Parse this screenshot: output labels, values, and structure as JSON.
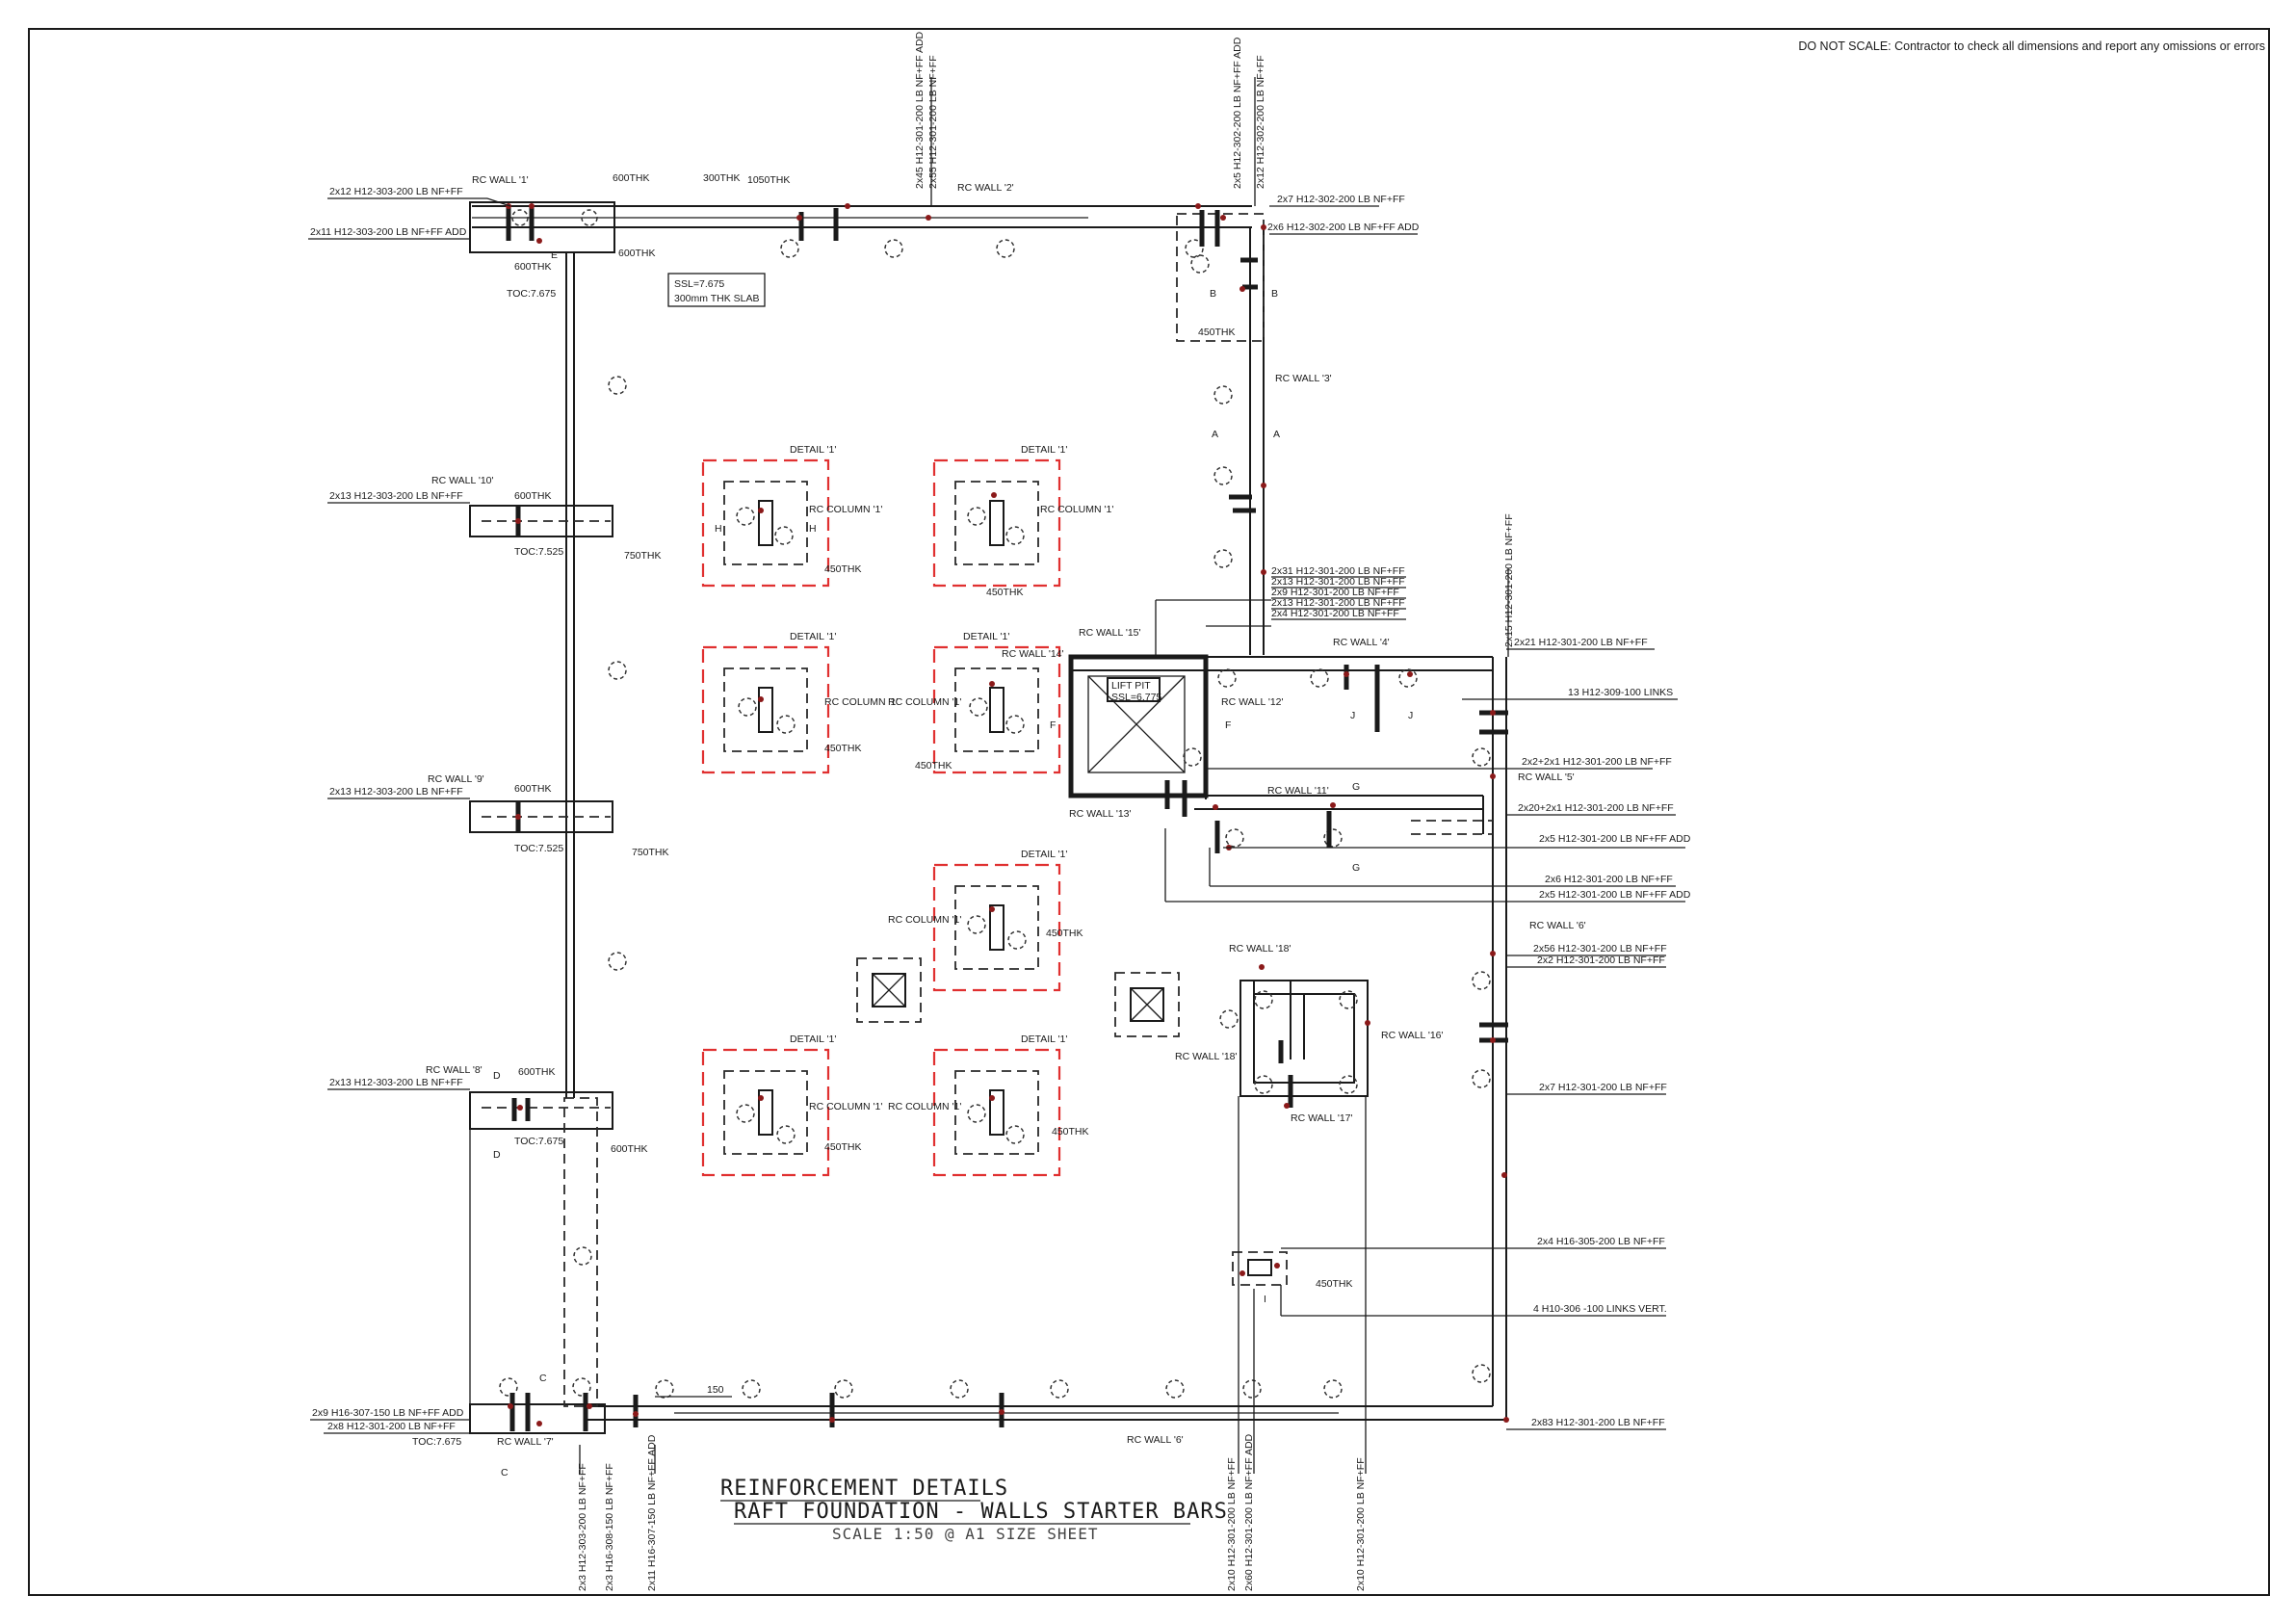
{
  "note": "DO NOT SCALE: Contractor to check all dimensions and report any omissions or errors",
  "title": {
    "line1": "REINFORCEMENT DETAILS",
    "line2": "RAFT FOUNDATION - WALLS STARTER BARS",
    "line3": "SCALE 1:50 @ A1 SIZE SHEET"
  },
  "slab_note": {
    "line1": "SSL=7.675",
    "line2": "300mm THK SLAB"
  },
  "lift_pit": {
    "line1": "LIFT PIT",
    "line2": "SSL=6.775"
  },
  "walls": {
    "w1": "RC WALL '1'",
    "w2": "RC WALL '2'",
    "w3": "RC WALL '3'",
    "w4": "RC WALL '4'",
    "w5": "RC WALL '5'",
    "w6a": "RC WALL '6'",
    "w6b": "RC WALL '6'",
    "w7": "RC WALL '7'",
    "w8": "RC WALL '8'",
    "w9": "RC WALL '9'",
    "w10": "RC WALL '10'",
    "w11": "RC WALL '11'",
    "w12": "RC WALL '12'",
    "w13": "RC WALL '13'",
    "w14": "RC WALL '14'",
    "w15": "RC WALL '15'",
    "w16": "RC WALL '16'",
    "w17": "RC WALL '17'",
    "w18a": "RC WALL '18'",
    "w18b": "RC WALL '18'"
  },
  "details": [
    "DETAIL '1'",
    "DETAIL '1'",
    "DETAIL '1'",
    "DETAIL '1'",
    "DETAIL '1'",
    "DETAIL '1'",
    "DETAIL '1'"
  ],
  "columns": [
    "RC COLUMN '1'",
    "RC COLUMN '1'",
    "RC COLUMN '1'",
    "RC COLUMN '1'",
    "RC COLUMN '1'",
    "RC COLUMN '1'",
    "RC COLUMN '1'"
  ],
  "thk": {
    "t600a": "600THK",
    "t300": "300THK",
    "t1050": "1050THK",
    "t600b": "600THK",
    "t600c": "600THK",
    "t600d": "600THK",
    "t750a": "750THK",
    "t600e": "600THK",
    "t750b": "750THK",
    "t600f": "600THK",
    "t600g": "600THK",
    "t450a": "450THK",
    "t450b": "450THK",
    "t450c": "450THK",
    "t450d": "450THK",
    "t450e": "450THK",
    "t450f": "450THK",
    "t450g": "450THK",
    "t450h": "450THK",
    "t450i": "450THK"
  },
  "toc": {
    "a": "TOC:7.675",
    "b": "TOC:7.525",
    "c": "TOC:7.525",
    "d": "TOC:7.675",
    "e": "TOC:7.675"
  },
  "dim": "150",
  "left_bars": {
    "a": "2x12 H12-303-200 LB NF+FF",
    "b": "2x11 H12-303-200 LB NF+FF ADD",
    "c": "2x13 H12-303-200 LB NF+FF",
    "d": "2x13 H12-303-200 LB NF+FF",
    "e": "2x13 H12-303-200 LB NF+FF",
    "f": "2x9 H16-307-150 LB NF+FF ADD",
    "g": "2x8 H12-301-200 LB NF+FF"
  },
  "right_bars": {
    "a": "2x7 H12-302-200 LB NF+FF",
    "b": "2x6 H12-302-200 LB NF+FF ADD",
    "c1": "2x31 H12-301-200 LB NF+FF",
    "c2": "2x13 H12-301-200 LB NF+FF",
    "c3": "2x9 H12-301-200 LB NF+FF",
    "c4": "2x13 H12-301-200 LB NF+FF",
    "c5": "2x4 H12-301-200 LB NF+FF",
    "d": "2x21 H12-301-200 LB NF+FF",
    "e": "13 H12-309-100 LINKS",
    "f": "2x2+2x1 H12-301-200 LB NF+FF",
    "g": "2x20+2x1 H12-301-200 LB NF+FF",
    "h": "2x5 H12-301-200 LB NF+FF ADD",
    "i": "2x6 H12-301-200 LB NF+FF",
    "j": "2x5 H12-301-200 LB NF+FF ADD",
    "k": "2x56 H12-301-200 LB NF+FF",
    "l": "2x2 H12-301-200 LB NF+FF",
    "m": "2x7 H12-301-200 LB NF+FF",
    "n": "2x4 H16-305-200 LB NF+FF",
    "o": "4 H10-306 -100 LINKS VERT.",
    "p": "2x83 H12-301-200 LB NF+FF"
  },
  "vertical_bars": {
    "top1": "2x45 H12-301-200 LB NF+FF ADD",
    "top2": "2x55 H12-301-200 LB NF+FF",
    "top3": "2x5 H12-302-200 LB NF+FF ADD",
    "top4": "2x12 H12-302-200 LB NF+FF",
    "right1": "2x15 H12-301-200 LB NF+FF",
    "bot1": "2x3 H12-303-200 LB NF+FF",
    "bot2": "2x3 H16-308-150 LB NF+FF",
    "bot3": "2x11 H16-307-150 LB NF+FF ADD",
    "bot4": "2x10 H12-301-200 LB NF+FF",
    "bot5": "2x60 H12-301-200 LB NF+FF ADD",
    "bot6": "2x10 H12-301-200 LB NF+FF"
  },
  "sections": {
    "A1": "A",
    "A2": "A",
    "B1": "B",
    "B2": "B",
    "C1": "C",
    "C2": "C",
    "D1": "D",
    "D2": "D",
    "E": "E",
    "F1": "F",
    "F2": "F",
    "G1": "G",
    "G2": "G",
    "H1": "H",
    "H2": "H",
    "I": "I",
    "J1": "J",
    "J2": "J"
  },
  "colors": {
    "line": "#1a1a1a",
    "detail_box": "#e03030",
    "rebar_dot": "#8b1a1a"
  }
}
